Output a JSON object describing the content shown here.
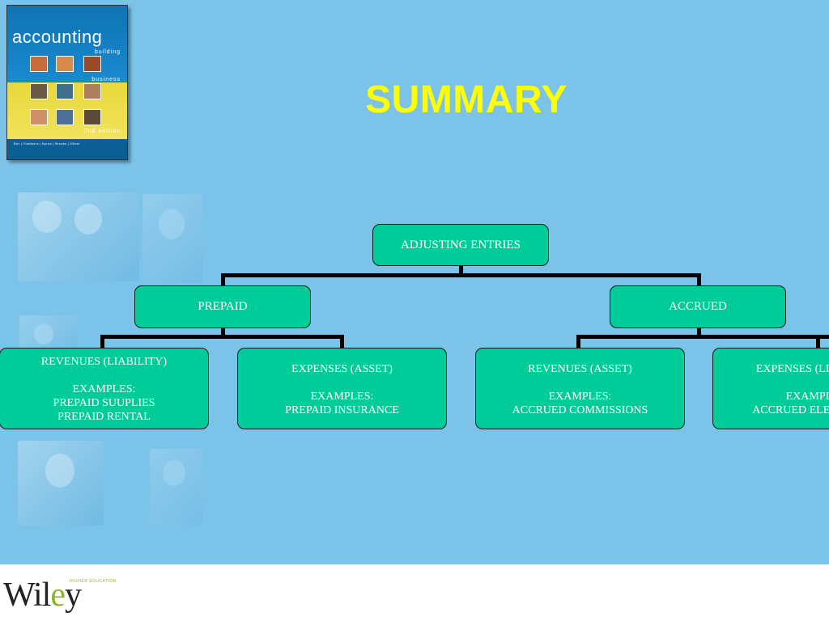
{
  "slide": {
    "title": "SUMMARY",
    "title_color": "#ffff00",
    "background_color": "#7cc3ea",
    "box_color": "#00cc99"
  },
  "book_cover": {
    "title": "accounting",
    "subtitle_1": "building",
    "subtitle_2": "business",
    "edition": "2nd edition",
    "authors": "Birt | Chalmers | Byrne | Brooks | Oliver"
  },
  "diagram": {
    "root": {
      "label": "ADJUSTING ENTRIES"
    },
    "prepaid": {
      "label": "PREPAID",
      "revenues": {
        "heading": "REVENUES (LIABILITY)",
        "examples_label": "EXAMPLES:",
        "lines": [
          "PREPAID SUUPLIES",
          "PREPAID RENTAL"
        ]
      },
      "expenses": {
        "heading": "EXPENSES (ASSET)",
        "examples_label": "EXAMPLES:",
        "lines": [
          "PREPAID INSURANCE"
        ]
      }
    },
    "accrued": {
      "label": "ACCRUED",
      "revenues": {
        "heading": "REVENUES (ASSET)",
        "examples_label": "EXAMPLES:",
        "lines": [
          "ACCRUED COMMISSIONS"
        ]
      },
      "expenses": {
        "heading": "EXPENSES (LIABILITY)",
        "examples_label": "EXAMPLES:",
        "lines": [
          "ACCRUED ELECTRICITY"
        ]
      }
    }
  },
  "footer": {
    "logo_text_1": "Wil",
    "logo_text_2": "e",
    "logo_text_3": "y",
    "logo_tagline": "HIGHER EDUCATION"
  }
}
